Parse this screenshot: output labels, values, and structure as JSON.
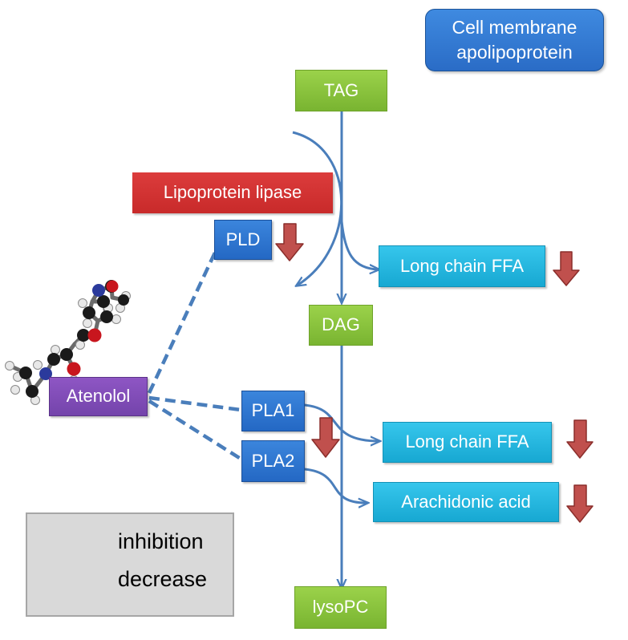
{
  "nodes": {
    "membrane": "Cell membrane apolipoprotein",
    "tag": "TAG",
    "lipase": "Lipoprotein lipase",
    "pld": "PLD",
    "ffa1": "Long chain FFA",
    "dag": "DAG",
    "atenolol": "Atenolol",
    "pla1": "PLA1",
    "pla2": "PLA2",
    "ffa2": "Long chain FFA",
    "arachidonic": "Arachidonic acid",
    "lysopc": "lysoPC"
  },
  "legend": {
    "inhibition": "inhibition",
    "decrease": "decrease"
  },
  "colors": {
    "flow": "#4a7ebb",
    "down_arrow": "#c0504d",
    "product": "#8cc63f",
    "output": "#23b5e0",
    "enzyme": "#2e75d0",
    "lipase": "#d63333",
    "drug": "#7f4fb8"
  }
}
